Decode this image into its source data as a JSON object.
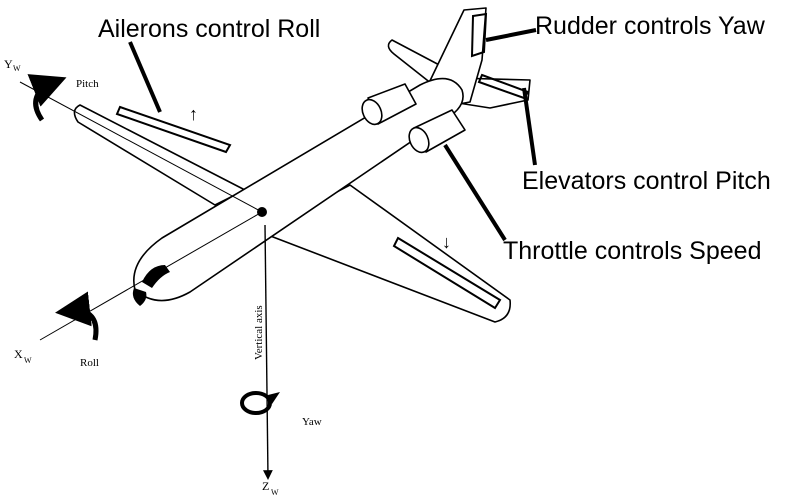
{
  "callouts": {
    "ailerons": "Ailerons control Roll",
    "rudder": "Rudder controls Yaw",
    "elevators": "Elevators control Pitch",
    "throttle": "Throttle controls Speed"
  },
  "axes": {
    "y_main": "Y",
    "y_sub": "W",
    "x_main": "X",
    "x_sub": "W",
    "z_main": "Z",
    "z_sub": "W",
    "pitch": "Pitch",
    "roll": "Roll",
    "yaw": "Yaw",
    "vertical_axis": "Vertical axis"
  },
  "arrows": {
    "up": "↑",
    "down": "↓"
  }
}
